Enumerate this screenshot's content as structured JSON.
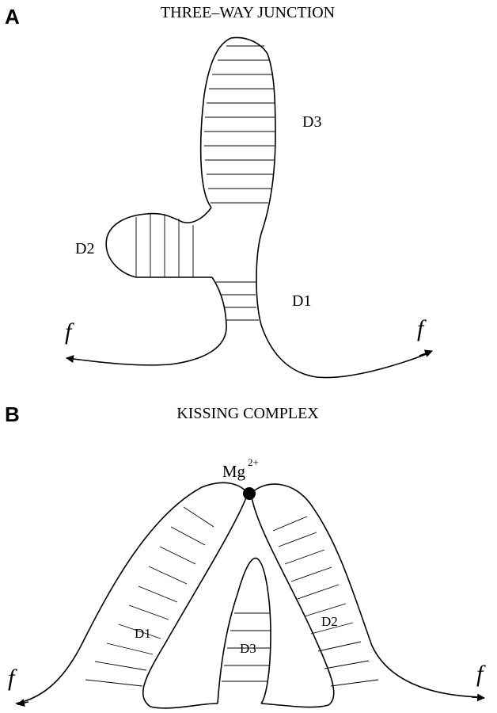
{
  "panel_a": {
    "letter": "A",
    "title": "THREE–WAY JUNCTION",
    "domains": {
      "d1": "D1",
      "d2": "D2",
      "d3": "D3"
    },
    "force_left": "f",
    "force_right": "f"
  },
  "panel_b": {
    "letter": "B",
    "title": "KISSING COMPLEX",
    "ion": "Mg",
    "ion_charge": "2+",
    "domains": {
      "d1": "D1",
      "d2": "D2",
      "d3": "D3"
    },
    "force_left": "f",
    "force_right": "f"
  },
  "colors": {
    "ink": "#000000",
    "background": "#ffffff"
  }
}
